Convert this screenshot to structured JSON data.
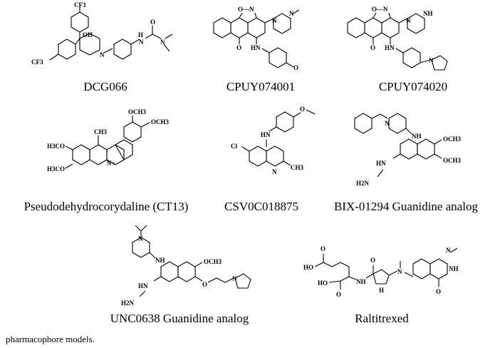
{
  "compounds": [
    {
      "id": "dcg066",
      "name": "DCG066"
    },
    {
      "id": "cpuy074001",
      "name": "CPUY074001"
    },
    {
      "id": "cpuy074020",
      "name": "CPUY074020"
    },
    {
      "id": "ct13",
      "name": "Pseudodehydrocorydaline (CT13)"
    },
    {
      "id": "csv0c018875",
      "name": "CSV0C018875"
    },
    {
      "id": "bix01294",
      "name": "BIX-01294 Guanidine analog"
    },
    {
      "id": "unc0638",
      "name": "UNC0638 Guanidine analog"
    },
    {
      "id": "raltitrexed",
      "name": "Raltitrexed"
    }
  ],
  "atoms": {
    "cf3": "CF3",
    "oh": "OH",
    "n": "N",
    "o": "O",
    "nh": "NH",
    "hn": "HN",
    "h": "H",
    "ch3": "CH3",
    "och3": "OCH3",
    "h3co": "H3CO",
    "cl": "Cl",
    "nplus": "N+",
    "h2n": "H2N",
    "ho": "HO",
    "n_o": "O—N"
  },
  "caption": "pharmacophore models."
}
